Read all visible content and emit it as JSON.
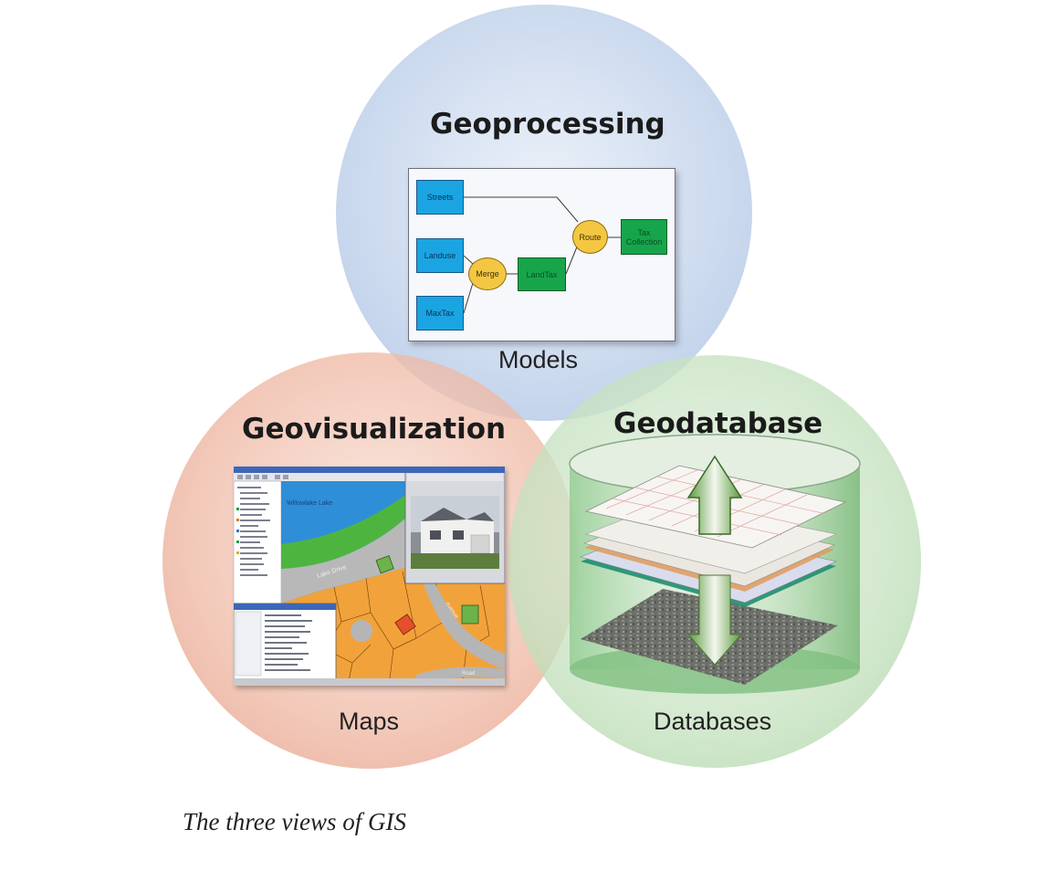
{
  "circles": {
    "top": {
      "title": "Geoprocessing",
      "caption": "Models",
      "color": "#b7cae8"
    },
    "left": {
      "title": "Geovisualization",
      "caption": "Maps",
      "color": "#ecb09b"
    },
    "right": {
      "title": "Geodatabase",
      "caption": "Databases",
      "color": "#bfe0b8"
    }
  },
  "model": {
    "nodes": {
      "streets": "Streets",
      "landuse": "Landuse",
      "maxtax": "MaxTax",
      "merge": "Merge",
      "landtax": "LandTax",
      "route": "Route",
      "tax_collection": "Tax Collection"
    },
    "colors": {
      "input": "#1aa5e2",
      "process": "#f4c742",
      "output": "#17a54c"
    }
  },
  "map_labels": {
    "lake": "Willowlake Lake",
    "road": "Lake Drive",
    "avenue": "Avenue",
    "street": "Road"
  },
  "figure_caption": "The three views of GIS"
}
